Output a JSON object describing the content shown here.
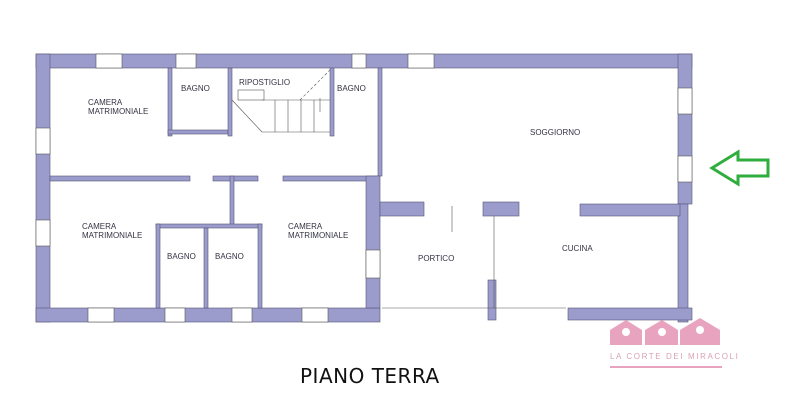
{
  "plan": {
    "title": "PIANO TERRA",
    "wall_color": "#9c9ccc",
    "arrow_color": "#2fae3e",
    "rooms": [
      {
        "id": "camera1",
        "label_line1": "CAMERA",
        "label_line2": "MATRIMONIALE"
      },
      {
        "id": "bagno1",
        "label": "BAGNO"
      },
      {
        "id": "ripostiglio",
        "label": "RIPOSTIGLIO"
      },
      {
        "id": "bagno2",
        "label": "BAGNO"
      },
      {
        "id": "soggiorno",
        "label": "SOGGIORNO"
      },
      {
        "id": "camera2",
        "label_line1": "CAMERA",
        "label_line2": "MATRIMONIALE"
      },
      {
        "id": "bagno3",
        "label": "BAGNO"
      },
      {
        "id": "bagno4",
        "label": "BAGNO"
      },
      {
        "id": "camera3",
        "label_line1": "CAMERA",
        "label_line2": "MATRIMONIALE"
      },
      {
        "id": "portico",
        "label": "PORTICO"
      },
      {
        "id": "cucina",
        "label": "CUCINA"
      }
    ]
  },
  "logo": {
    "text": "LA CORTE DEI MIRACOLI",
    "color": "#e8a3bf"
  }
}
